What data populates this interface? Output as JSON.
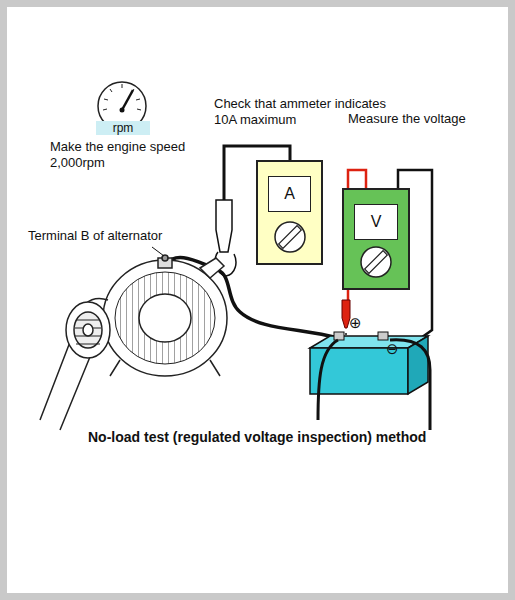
{
  "diagram": {
    "caption": "No-load test (regulated voltage inspection) method",
    "nodes": [
      {
        "text": [
          "rpm"
        ]
      },
      {
        "text": [
          "A"
        ]
      },
      {
        "text": [
          "V"
        ]
      }
    ],
    "labels": [
      "Make the engine speed 2,000rpm",
      "Terminal B of alternator",
      "Check that ammeter indicates 10A maximum",
      "Measure the voltage",
      "⊕",
      "⊖"
    ]
  }
}
